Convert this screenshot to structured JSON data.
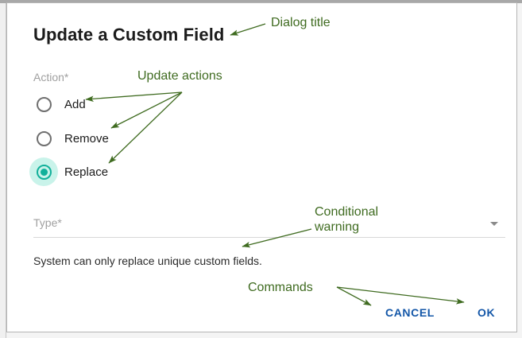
{
  "dialog": {
    "title": "Update a Custom Field",
    "action_field": {
      "label": "Action*",
      "options": [
        {
          "label": "Add",
          "selected": false
        },
        {
          "label": "Remove",
          "selected": false
        },
        {
          "label": "Replace",
          "selected": true
        }
      ]
    },
    "type_field": {
      "label": "Type*",
      "value": "",
      "caret": "chevron-down-icon"
    },
    "helper_text": "System can only replace unique custom fields.",
    "buttons": {
      "cancel": "CANCEL",
      "ok": "OK"
    }
  },
  "annotations": {
    "title": "Dialog title",
    "actions": "Update actions",
    "warning": "Conditional\nwarning",
    "commands": "Commands"
  },
  "colors": {
    "accent_selected": "#11b09a",
    "accent_halo": "#c9f3ea",
    "button_blue": "#1457a8",
    "annotation_green": "#3f6b20",
    "label_gray": "#a0a0a0",
    "frame_gray": "#a8a8a8"
  }
}
